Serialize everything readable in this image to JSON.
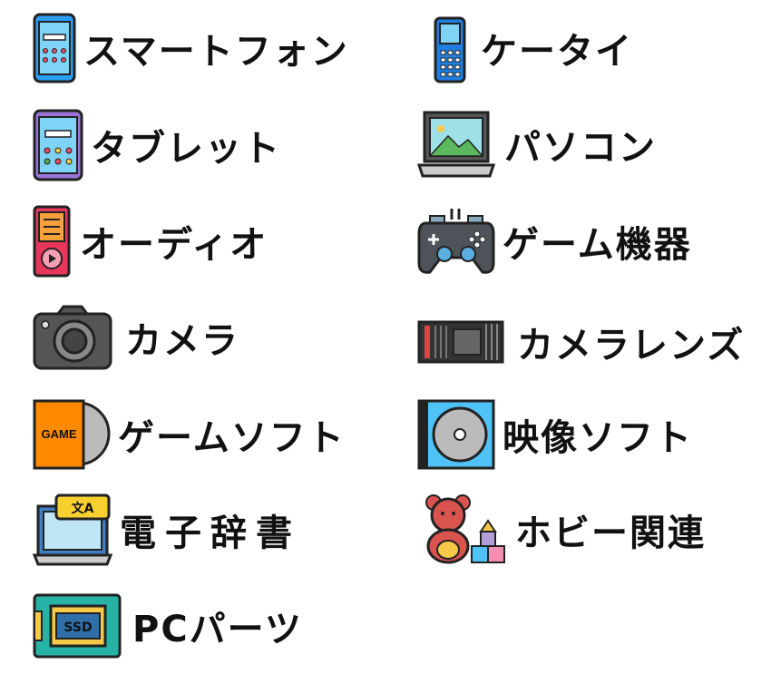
{
  "categories": [
    {
      "label": "スマートフォン",
      "icon": "smartphone-icon"
    },
    {
      "label": "ケータイ",
      "icon": "feature-phone-icon"
    },
    {
      "label": "タブレット",
      "icon": "tablet-icon"
    },
    {
      "label": "パソコン",
      "icon": "laptop-icon"
    },
    {
      "label": "オーディオ",
      "icon": "audio-player-icon"
    },
    {
      "label": "ゲーム機器",
      "icon": "game-controller-icon"
    },
    {
      "label": "カメラ",
      "icon": "camera-icon"
    },
    {
      "label": "カメラレンズ",
      "icon": "camera-lens-icon"
    },
    {
      "label": "ゲームソフト",
      "icon": "game-software-icon",
      "icon_text": "GAME"
    },
    {
      "label": "映像ソフト",
      "icon": "video-disc-icon"
    },
    {
      "label": "電子辞書",
      "icon": "electronic-dictionary-icon",
      "icon_text": "文A"
    },
    {
      "label": "ホビー関連",
      "icon": "hobby-toy-icon"
    },
    {
      "label": "PCパーツ",
      "icon": "ssd-icon",
      "icon_text": "SSD"
    }
  ]
}
